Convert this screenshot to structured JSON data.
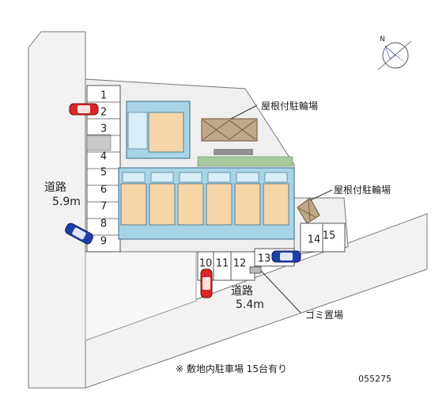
{
  "roads": [
    {
      "name": "道路",
      "width": "5.9m"
    },
    {
      "name": "道路",
      "width": "5.4m"
    }
  ],
  "labels": {
    "bicycle_top": "屋根付駐輪場",
    "bicycle_right": "屋根付駐輪場",
    "garbage": "ゴミ置場",
    "footer": "※ 敷地内駐車場 15台有り",
    "code": "055275"
  },
  "parking_spaces": [
    "1",
    "2",
    "3",
    "4",
    "5",
    "6",
    "7",
    "8",
    "9",
    "10",
    "11",
    "12",
    "13",
    "14",
    "15"
  ],
  "compass": {
    "letter": "N"
  },
  "colors": {
    "road": "#f0f0f0",
    "site": "#efefef",
    "building": "#a8d4e8",
    "unit": "#f6d6a8",
    "bicycle": "#bfa888",
    "green": "#a8c8a0",
    "car_red": "#d8262a",
    "car_blue": "#1f3fa8"
  }
}
